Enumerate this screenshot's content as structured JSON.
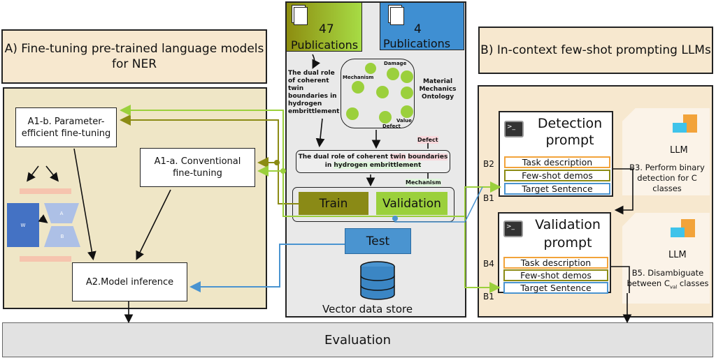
{
  "section_a": {
    "title": "A) Fine-tuning pre-trained language models for NER",
    "a1b": "A1-b. Parameter-efficient fine-tuning",
    "a1a": "A1-a. Conventional fine-tuning",
    "a2": "A2.Model inference",
    "lora": {
      "w": "W",
      "a": "A",
      "b": "B"
    }
  },
  "center": {
    "pub_train": {
      "count": "47",
      "label": "Publications"
    },
    "pub_test": {
      "count": "4",
      "label": "Publications"
    },
    "sample_title": "The dual role of coherent twin boundaries in hydrogen embrittlement",
    "ontology": {
      "label": "Material Mechanics Ontology",
      "nodes": {
        "damage": "Damage",
        "mechanism": "Mechanism",
        "value": "Value",
        "defect": "Defect"
      }
    },
    "annotated": {
      "part1": "The dual role of coherent ",
      "twin": "twin",
      "boundaries": "boundaries",
      "in": " in ",
      "hydrogen_embrittlement": "hydrogen embrittlement",
      "tag_defect": "Defect",
      "tag_mechanism": "Mechanism"
    },
    "train": "Train",
    "validation": "Validation",
    "test": "Test",
    "store": "Vector data store"
  },
  "section_b": {
    "title": "B) In-context few-shot prompting LLMs",
    "detection": {
      "title": "Detection prompt",
      "task": "Task description",
      "demos": "Few-shot demos",
      "target": "Target Sentence"
    },
    "validation": {
      "title": "Validation prompt",
      "task": "Task description",
      "demos": "Few-shot demos",
      "target": "Target Sentence"
    },
    "labels": {
      "b2": "B2",
      "b1a": "B1",
      "b4": "B4",
      "b1b": "B1"
    },
    "llm": "LLM",
    "b3": "B3. Perform binary detection for C classes",
    "b5_pre": "B5. Disambiguate between ",
    "b5_c": "C",
    "b5_sub": "val",
    "b5_post": " classes"
  },
  "evaluation": "Evaluation",
  "colors": {
    "olive": "#8b8b14",
    "lightgreen": "#9bd03c",
    "blue": "#4a94d0",
    "orange": "#f2a33a",
    "beige": "#f7e8cf",
    "panel": "#efe6c6"
  }
}
